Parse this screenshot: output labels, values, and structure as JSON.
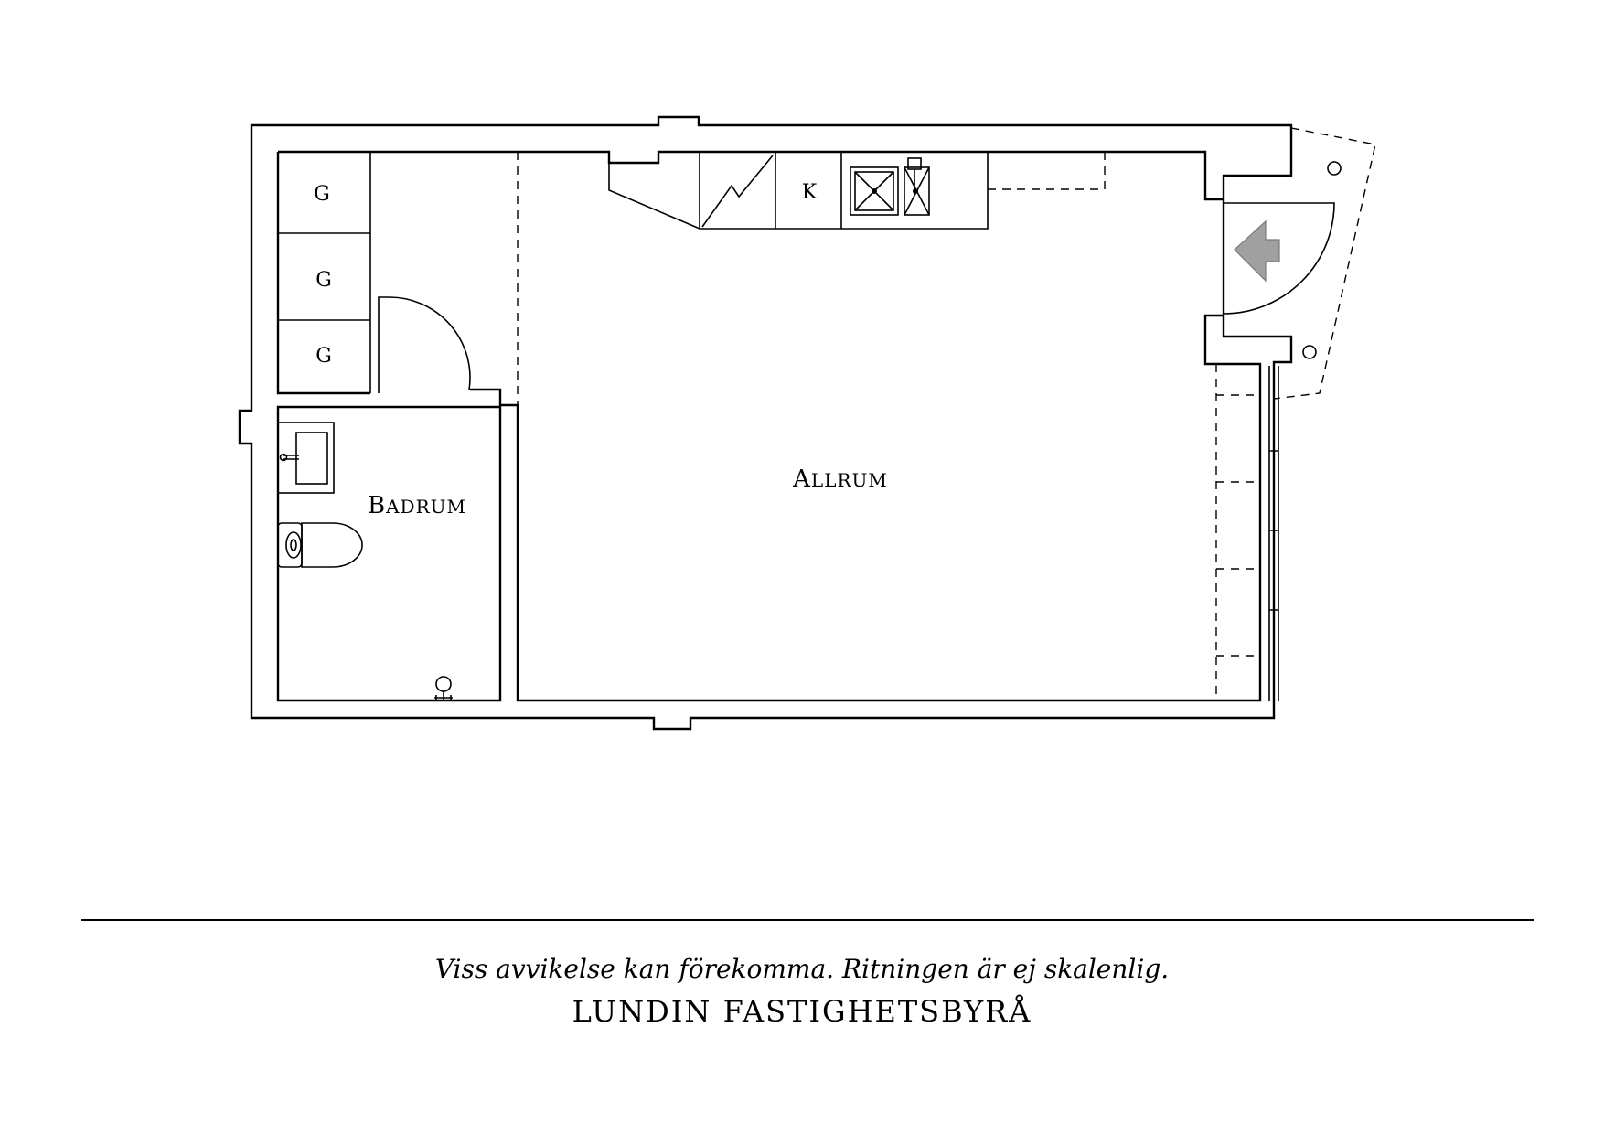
{
  "rooms": {
    "allrum": {
      "label_initial": "A",
      "label_rest": "LLRUM"
    },
    "badrum": {
      "label_initial": "B",
      "label_rest": "ADRUM"
    }
  },
  "closets": [
    "G",
    "G",
    "G"
  ],
  "kitchen_label": "K",
  "footer": {
    "disclaimer": "Viss avvikelse kan förekomma. Ritningen är ej skalenlig.",
    "agency": "LUNDIN FASTIGHETSBYRÅ"
  },
  "icons": [
    "sink-icon",
    "toilet-icon",
    "floor-drain-icon",
    "stove-icon",
    "oven-icon",
    "entrance-arrow-icon"
  ],
  "colors": {
    "line": "#000000",
    "background": "#ffffff",
    "entrance_arrow": "#a0a0a0"
  }
}
